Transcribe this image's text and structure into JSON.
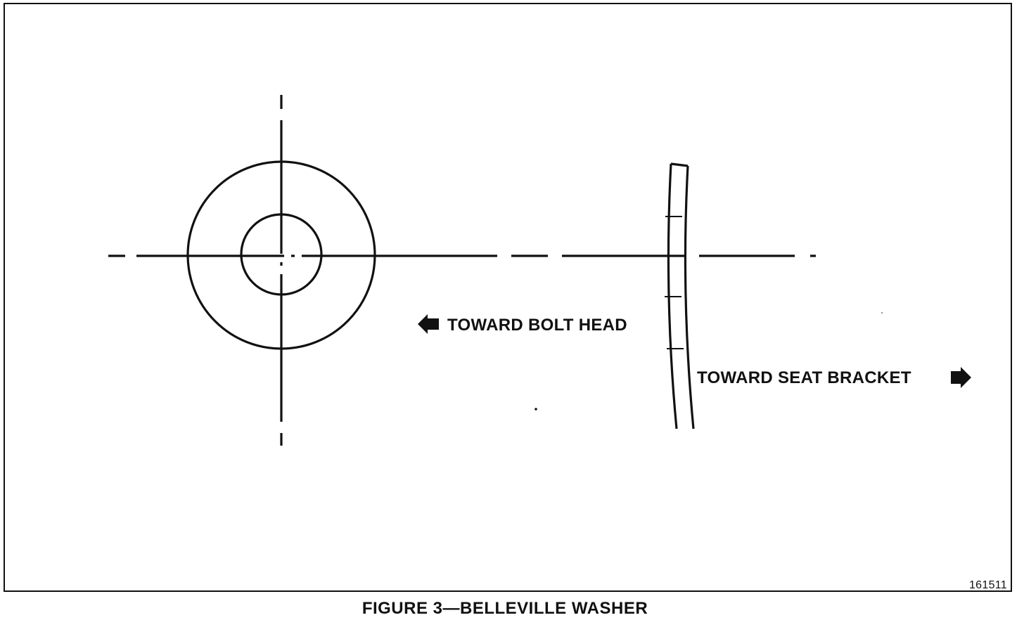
{
  "labels": {
    "toward_bolt_head": "TOWARD BOLT HEAD",
    "toward_seat_bracket": "TOWARD SEAT BRACKET",
    "figure_id": "161511"
  },
  "caption": "FIGURE 3—BELLEVILLE WASHER"
}
